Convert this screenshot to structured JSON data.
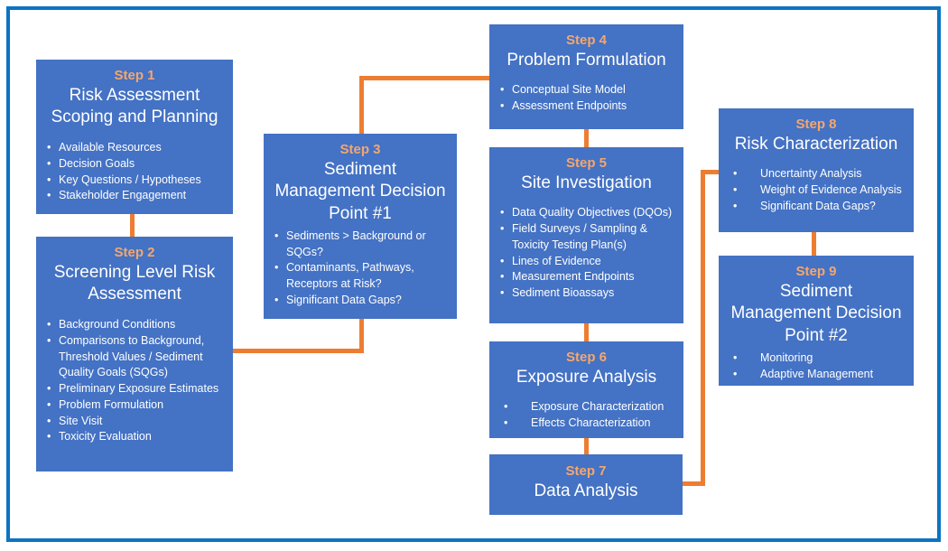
{
  "colors": {
    "box_fill": "#4472C4",
    "step_label": "#F4A76E",
    "body_text": "#FFFFFF",
    "connector": "#ED7D31",
    "frame_border": "#0C74C2",
    "background": "#FFFFFF"
  },
  "steps": [
    {
      "label": "Step 1",
      "title": "Risk Assessment\nScoping and Planning",
      "bullets": [
        "Available Resources",
        "Decision Goals",
        "Key Questions / Hypotheses",
        "Stakeholder Engagement"
      ]
    },
    {
      "label": "Step 2",
      "title": "Screening Level Risk\nAssessment",
      "bullets": [
        "Background Conditions",
        "Comparisons to Background, Threshold Values / Sediment Quality Goals (SQGs)",
        "Preliminary Exposure Estimates",
        "Problem Formulation",
        "Site Visit",
        "Toxicity Evaluation"
      ]
    },
    {
      "label": "Step 3",
      "title": "Sediment\nManagement Decision\nPoint #1",
      "bullets": [
        "Sediments > Background or SQGs?",
        "Contaminants, Pathways, Receptors at Risk?",
        "Significant Data Gaps?"
      ]
    },
    {
      "label": "Step 4",
      "title": "Problem Formulation",
      "bullets": [
        "Conceptual Site Model",
        "Assessment Endpoints"
      ]
    },
    {
      "label": "Step 5",
      "title": "Site Investigation",
      "bullets": [
        "Data Quality Objectives (DQOs)",
        "Field Surveys / Sampling & Toxicity Testing Plan(s)",
        "Lines of Evidence",
        "Measurement Endpoints",
        "Sediment Bioassays"
      ]
    },
    {
      "label": "Step 6",
      "title": "Exposure Analysis",
      "bullets": [
        "Exposure Characterization",
        "Effects Characterization"
      ]
    },
    {
      "label": "Step 7",
      "title": "Data Analysis",
      "bullets": []
    },
    {
      "label": "Step 8",
      "title": "Risk Characterization",
      "bullets": [
        "Uncertainty Analysis",
        "Weight of Evidence Analysis",
        "Significant Data Gaps?"
      ]
    },
    {
      "label": "Step 9",
      "title": "Sediment\nManagement Decision\nPoint #2",
      "bullets": [
        "Monitoring",
        "Adaptive Management"
      ]
    }
  ]
}
